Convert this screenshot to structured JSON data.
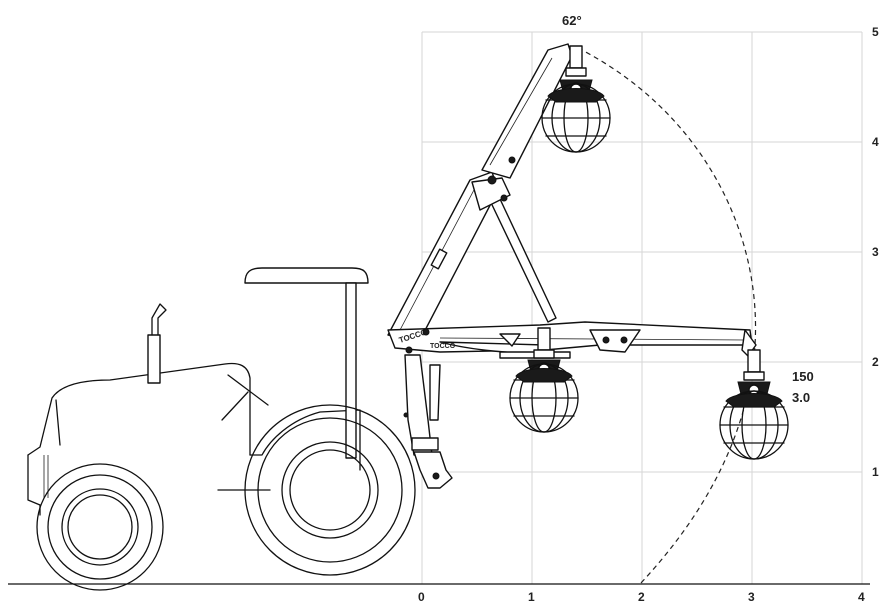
{
  "diagram": {
    "angle_label": "62°",
    "reach_labels": [
      "150",
      "3.0"
    ],
    "x_ticks": [
      "0",
      "1",
      "2",
      "3",
      "4"
    ],
    "y_ticks": [
      "1",
      "2",
      "3",
      "4",
      "5"
    ],
    "boom_decal": "TOCCO",
    "colors": {
      "ink": "#111111",
      "grid": "#d6d6d6",
      "background": "#ffffff"
    }
  }
}
